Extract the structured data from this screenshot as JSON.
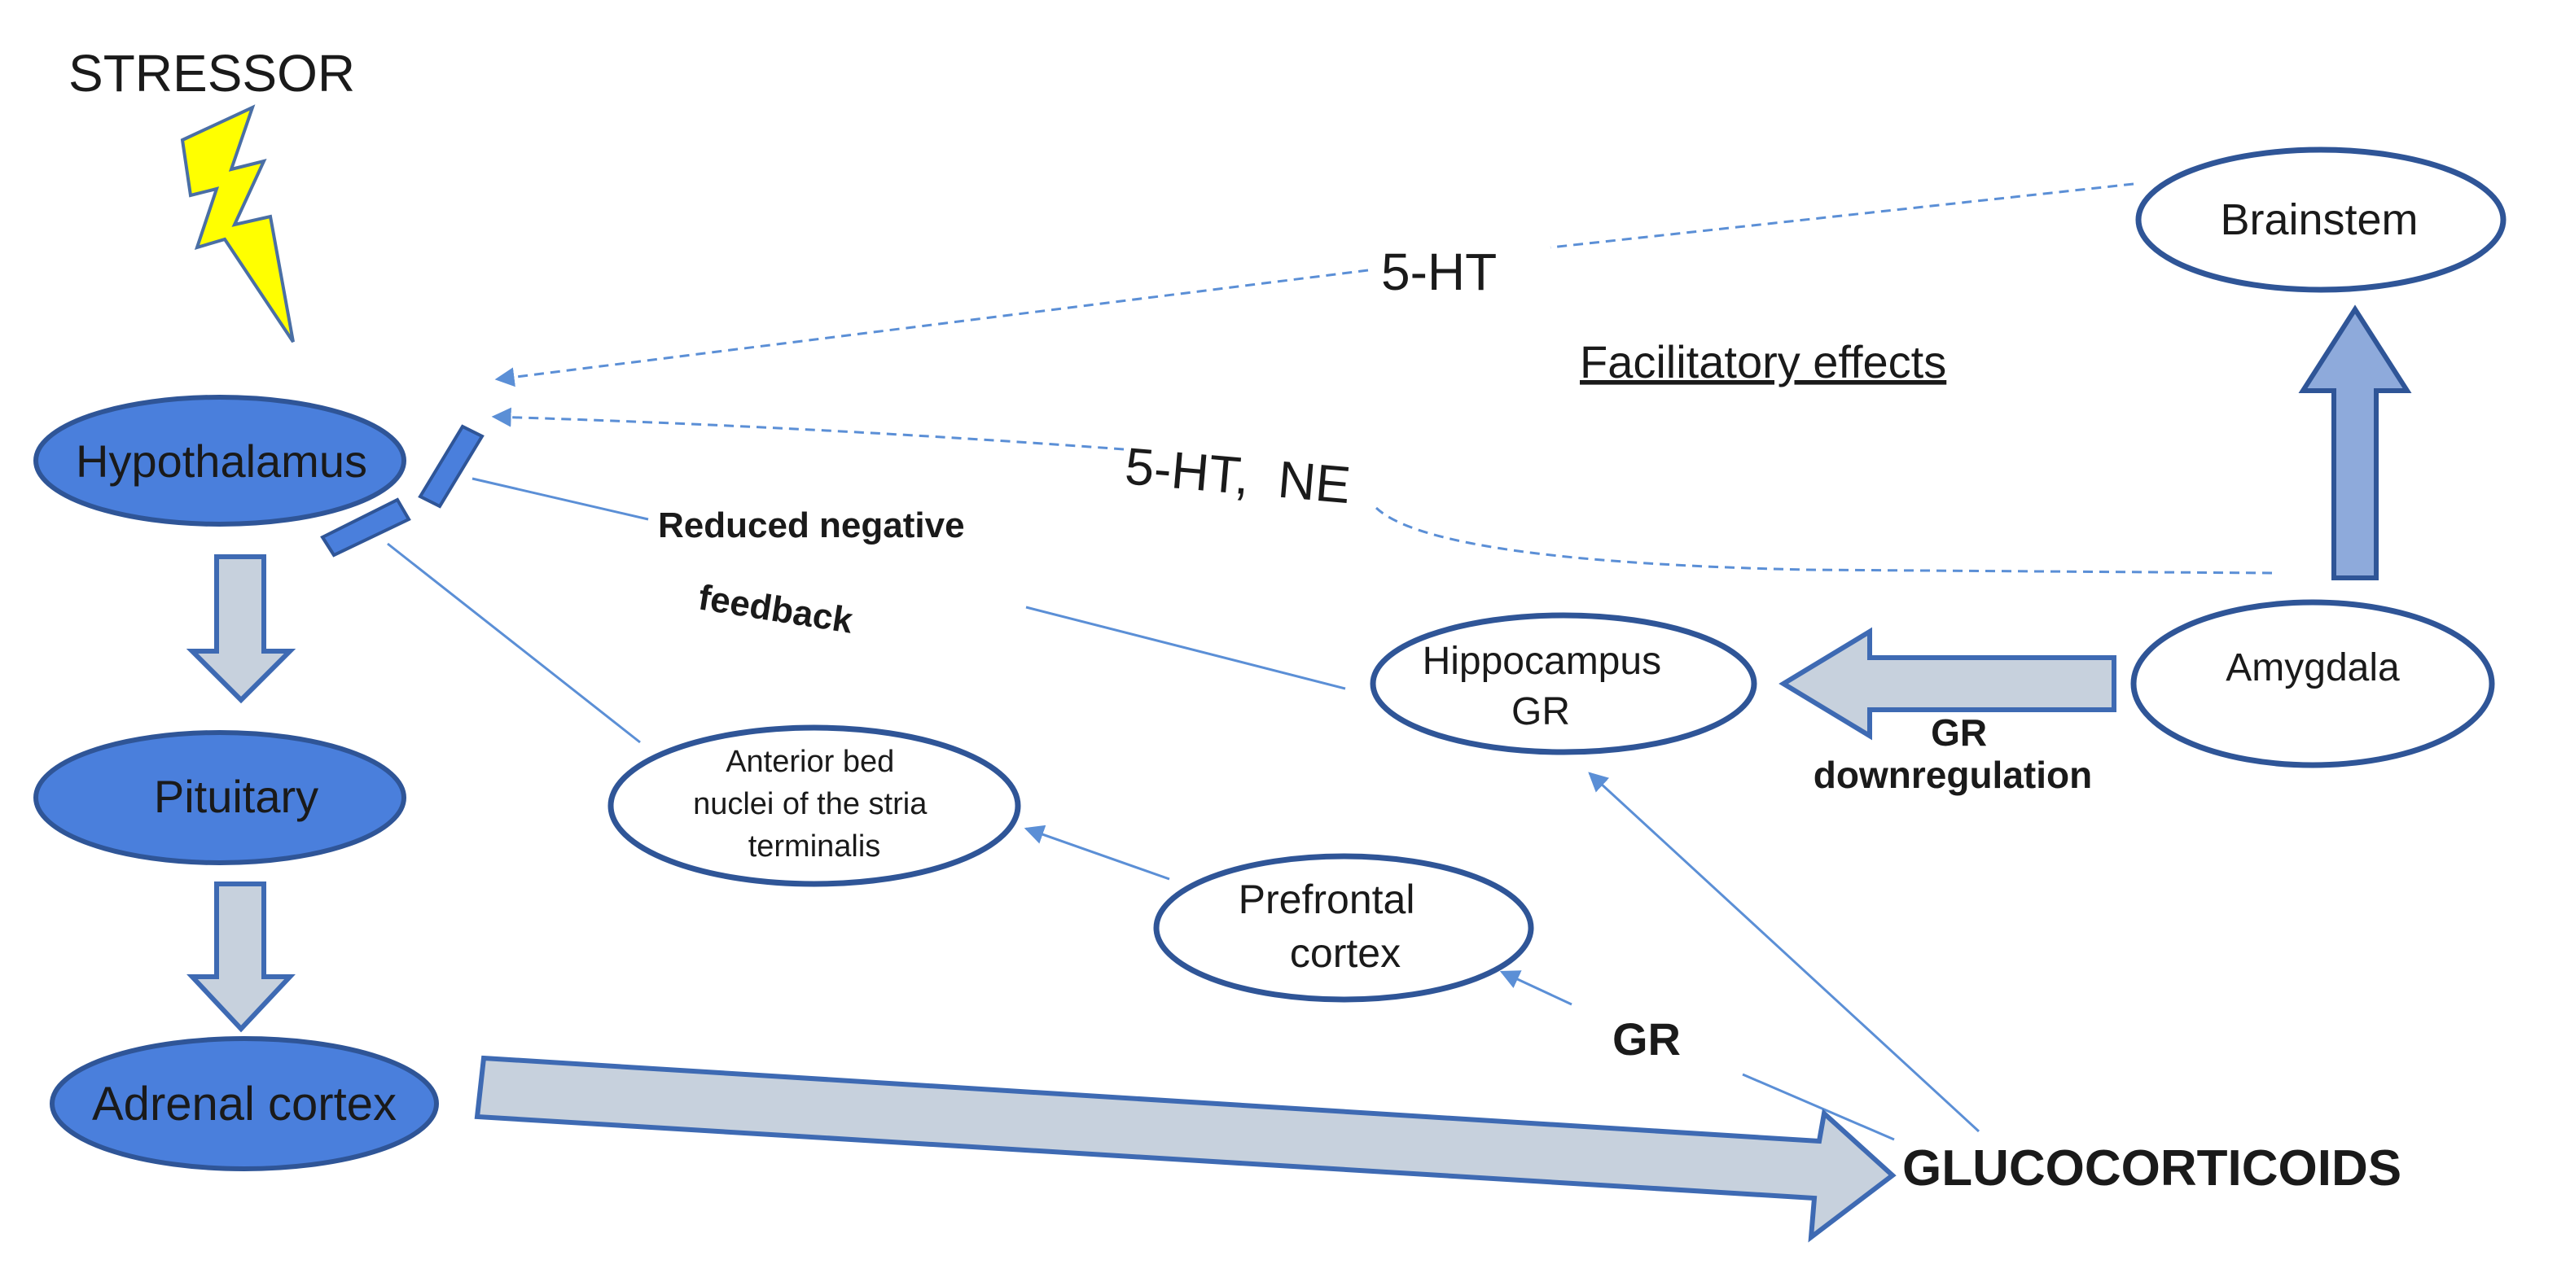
{
  "stressor": "STRESSOR",
  "nodes": {
    "hypothalamus": "Hypothalamus",
    "pituitary": "Pituitary",
    "adrenal_cortex": "Adrenal cortex",
    "anterior_bed_nuclei": [
      "Anterior bed",
      "nuclei of the stria",
      "terminalis"
    ],
    "prefrontal_cortex": [
      "Prefrontal",
      "cortex"
    ],
    "hippocampus": [
      "Hippocampus",
      "GR"
    ],
    "amygdala": "Amygdala",
    "brainstem": "Brainstem"
  },
  "glucocorticoids": "GLUCOCORTICOIDS",
  "labels": {
    "gr": "GR",
    "gr_downregulation": [
      "GR",
      "downregulation"
    ],
    "facilitatory_effects": "Facilitatory effects",
    "serotonin": "5-HT",
    "serotonin_norepinephrine": "5-HT,  NE",
    "reduced_negative_feedback": [
      "Reduced negative",
      "feedback"
    ]
  },
  "colors": {
    "node_fill": "#4a7fdc",
    "node_border": "#2f5597",
    "block_arrow_gray": "#c7d1dd",
    "block_arrow_blue": "#8eaadb",
    "connector": "#5b8fd6",
    "lightning": "#ffff00",
    "glucocorticoids_text": "#e0201a"
  }
}
